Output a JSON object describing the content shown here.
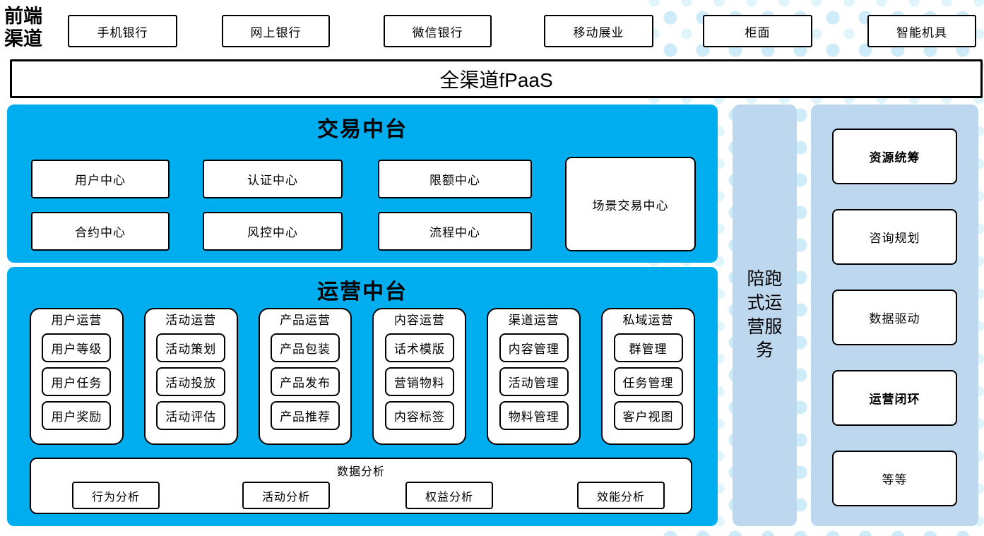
{
  "colors": {
    "primary_blue": "#00AEEF",
    "light_blue": "#BDD7EE",
    "dot_color_1": "#CDEBF8",
    "dot_color_2": "#E0F4FC",
    "border_color": "#000000"
  },
  "front_channels": {
    "label": "前端渠道",
    "items": [
      "手机银行",
      "网上银行",
      "微信银行",
      "移动展业",
      "柜面",
      "智能机具"
    ]
  },
  "fpaas": {
    "label": "全渠道fPaaS"
  },
  "trade_platform": {
    "title": "交易中台",
    "row1": [
      "用户中心",
      "认证中心",
      "限额中心"
    ],
    "row2": [
      "合约中心",
      "风控中心",
      "流程中心"
    ],
    "tall_box": "场景交易中心"
  },
  "operation_platform": {
    "title": "运营中台",
    "columns": [
      {
        "title": "用户运营",
        "items": [
          "用户等级",
          "用户任务",
          "用户奖励"
        ]
      },
      {
        "title": "活动运营",
        "items": [
          "活动策划",
          "活动投放",
          "活动评估"
        ]
      },
      {
        "title": "产品运营",
        "items": [
          "产品包装",
          "产品发布",
          "产品推荐"
        ]
      },
      {
        "title": "内容运营",
        "items": [
          "话术模版",
          "营销物料",
          "内容标签"
        ]
      },
      {
        "title": "渠道运营",
        "items": [
          "内容管理",
          "活动管理",
          "物料管理"
        ]
      },
      {
        "title": "私域运营",
        "items": [
          "群管理",
          "任务管理",
          "客户视图"
        ]
      }
    ],
    "data_analysis": {
      "title": "数据分析",
      "items": [
        "行为分析",
        "活动分析",
        "权益分析",
        "效能分析"
      ]
    }
  },
  "side_service": {
    "label": "陪跑式运营服务"
  },
  "right_panel": {
    "items": [
      {
        "label": "资源统筹",
        "bold": true
      },
      {
        "label": "咨询规划",
        "bold": false
      },
      {
        "label": "数据驱动",
        "bold": false
      },
      {
        "label": "运营闭环",
        "bold": true
      },
      {
        "label": "等等",
        "bold": false
      }
    ]
  }
}
